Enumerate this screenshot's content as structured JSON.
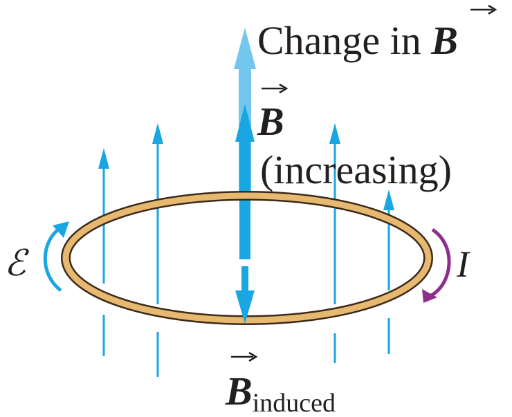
{
  "labels": {
    "change_prefix": "Change in ",
    "b_symbol": "B",
    "increasing": "(increasing)",
    "emf_symbol": "ℰ",
    "current_symbol": "I",
    "induced_subscript": "induced"
  },
  "colors": {
    "field_line": "#1aa6e3",
    "change_arrow": "#73c6ed",
    "loop_fill": "#e7b86f",
    "loop_outline": "#3b2a1a",
    "emf_arrow": "#1aa6e3",
    "current_arrow": "#8e2e8c",
    "text": "#231f20"
  },
  "icons": {
    "vector_arrow": "right-arrow-over-symbol",
    "emf_circulation": "curved-arrow-counterclockwise",
    "current_circulation": "curved-arrow-clockwise"
  }
}
